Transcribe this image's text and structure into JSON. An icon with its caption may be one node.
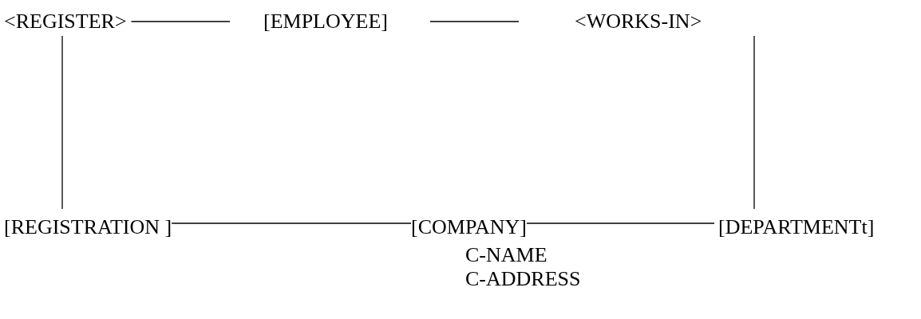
{
  "diagram": {
    "nodes": [
      {
        "text": [
          "<REGISTER>"
        ]
      },
      {
        "text": [
          "[EMPLOYEE]"
        ]
      },
      {
        "text": [
          "<WORKS-IN>"
        ]
      },
      {
        "text": [
          "[REGISTRATION ]"
        ]
      },
      {
        "text": [
          "[COMPANY]"
        ],
        "beside": [
          "C-NAME",
          "C-ADDRESS"
        ]
      },
      {
        "text": [
          "[DEPARTMENTt]"
        ]
      }
    ],
    "edges": [
      {
        "from": 0,
        "to": 1,
        "arrow": "none"
      },
      {
        "from": 1,
        "to": 2,
        "arrow": "none"
      },
      {
        "from": 0,
        "to": 3,
        "arrow": "none"
      },
      {
        "from": 2,
        "to": 5,
        "arrow": "none"
      },
      {
        "from": 3,
        "to": 4,
        "arrow": "none"
      },
      {
        "from": 4,
        "to": 5,
        "arrow": "none"
      }
    ]
  }
}
